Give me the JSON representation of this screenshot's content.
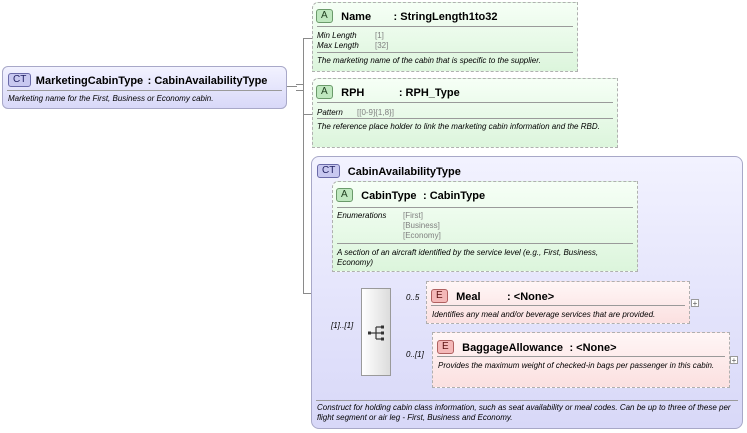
{
  "root": {
    "badge": "CT",
    "name": "MarketingCabinType",
    "type": ": CabinAvailabilityType",
    "doc": "Marketing name for the First, Business or Economy cabin."
  },
  "attr_name": {
    "badge": "A",
    "name": "Name",
    "type": ": StringLength1to32",
    "facets": [
      {
        "label": "Min Length",
        "value": "[1]"
      },
      {
        "label": "Max Length",
        "value": "[32]"
      }
    ],
    "doc": "The marketing name of the cabin that is specific to the supplier."
  },
  "attr_rph": {
    "badge": "A",
    "name": "RPH",
    "type": ": RPH_Type",
    "facets": [
      {
        "label": "Pattern",
        "value": "[[0-9]{1,8}]"
      }
    ],
    "doc": "The reference place holder to link the marketing cabin information and the RBD."
  },
  "ct": {
    "badge": "CT",
    "name": "CabinAvailabilityType",
    "doc": "Construct for holding cabin class information, such as seat availability or meal codes. Can be up to three of these per flight segment or air leg - First, Business and Economy."
  },
  "attr_cabintype": {
    "badge": "A",
    "name": "CabinType",
    "type": ": CabinType",
    "enum_label": "Enumerations",
    "enums": [
      "[First]",
      "[Business]",
      "[Economy]"
    ],
    "doc": "A section of an aircraft identified by the service level (e.g., First, Business, Economy)"
  },
  "sequence": {
    "multiplicity": "[1]..[1]"
  },
  "elem_meal": {
    "badge": "E",
    "name": "Meal",
    "type": ": <None>",
    "multiplicity": "0..5",
    "doc": "Identifies any meal and/or beverage services that are provided."
  },
  "elem_baggage": {
    "badge": "E",
    "name": "BaggageAllowance",
    "type": ": <None>",
    "multiplicity": "0..[1]",
    "doc": "Provides the maximum weight of checked-in bags per passenger in this cabin."
  },
  "expand_symbol": "+"
}
